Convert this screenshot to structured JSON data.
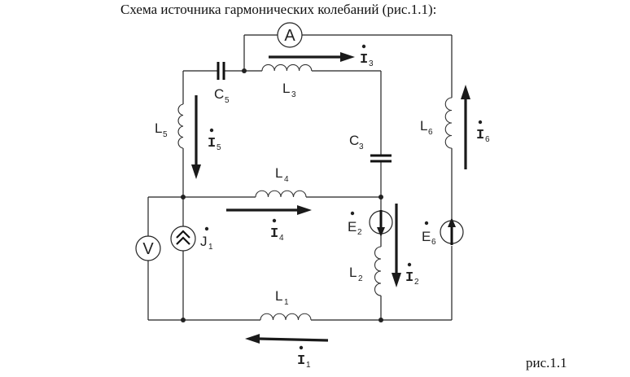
{
  "document": {
    "caption": "Схема источника гармонических колебаний (рис.1.1):",
    "figure_label": "рис.1.1"
  },
  "circuit": {
    "meters": {
      "ammeter": "A",
      "voltmeter": "V"
    },
    "components": {
      "C5": {
        "name": "C",
        "sub": "5"
      },
      "C3": {
        "name": "C",
        "sub": "3"
      },
      "L1": {
        "name": "L",
        "sub": "1"
      },
      "L2": {
        "name": "L",
        "sub": "2"
      },
      "L3": {
        "name": "L",
        "sub": "3"
      },
      "L4": {
        "name": "L",
        "sub": "4"
      },
      "L5": {
        "name": "L",
        "sub": "5"
      },
      "L6": {
        "name": "L",
        "sub": "6"
      },
      "E2": {
        "name": "E",
        "sub": "2"
      },
      "E6": {
        "name": "E",
        "sub": "6"
      },
      "J1": {
        "name": "J",
        "sub": "1"
      }
    },
    "currents": {
      "I1": {
        "name": "I",
        "sub": "1",
        "direction": "left"
      },
      "I2": {
        "name": "I",
        "sub": "2",
        "direction": "down"
      },
      "I3": {
        "name": "I",
        "sub": "3",
        "direction": "right"
      },
      "I4": {
        "name": "I",
        "sub": "4",
        "direction": "right"
      },
      "I5": {
        "name": "I",
        "sub": "5",
        "direction": "down"
      },
      "I6": {
        "name": "I",
        "sub": "6",
        "direction": "up"
      }
    }
  }
}
